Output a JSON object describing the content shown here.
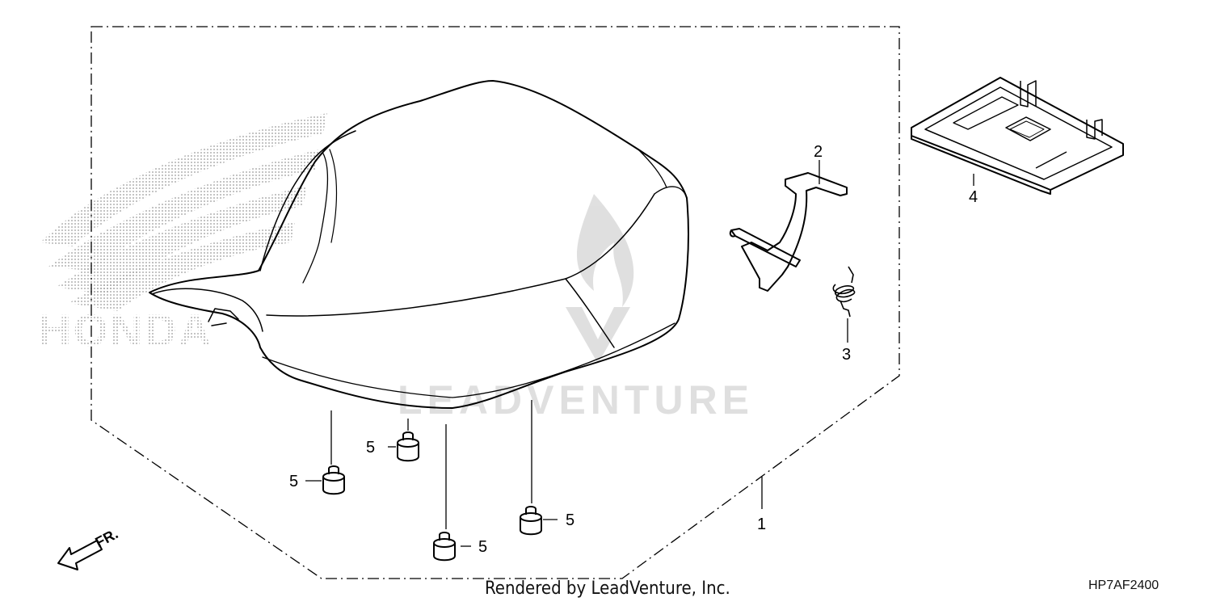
{
  "diagram": {
    "watermark_logo_text": "HONDA",
    "watermark_text": "LEADVENTURE",
    "callouts": {
      "seat_assembly": "1",
      "latch": "2",
      "spring": "3",
      "cover": "4",
      "cushion_a": "5",
      "cushion_b": "5",
      "cushion_c": "5",
      "cushion_d": "5"
    },
    "direction_label": "FR.",
    "credit": "Rendered by LeadVenture, Inc.",
    "diagram_code": "HP7AF2400"
  }
}
